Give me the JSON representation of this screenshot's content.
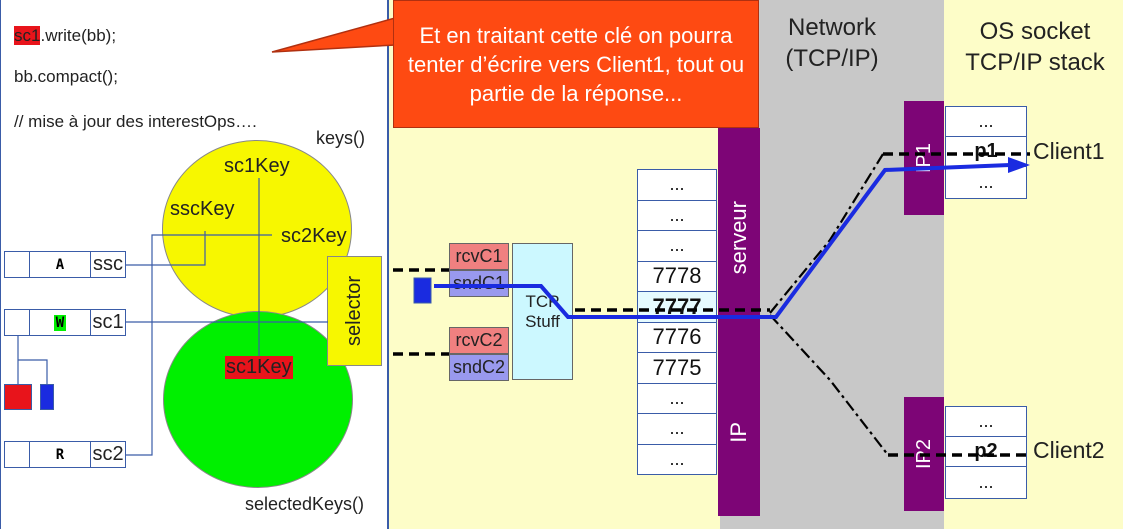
{
  "code": {
    "line1_var": "sc1",
    "line1_rest": ".write(bb);",
    "line2": "bb.compact();",
    "line3": "// mise à jour des interestOps…."
  },
  "callout": {
    "text": "Et en traitant cette clé on pourra tenter d’écrire vers Client1, tout ou partie de la réponse..."
  },
  "headers": {
    "network": "Network (TCP/IP)",
    "os_stack": "OS socket TCP/IP stack"
  },
  "selector": {
    "keys_label": "keys()",
    "selected_keys_label": "selectedKeys()",
    "keys_items": [
      "sc1Key",
      "sscKey",
      "sc2Key"
    ],
    "selected_item": "sc1Key",
    "selector_label": "selector"
  },
  "channels": [
    {
      "flag": "A",
      "name": "ssc"
    },
    {
      "flag": "W",
      "name": "sc1"
    },
    {
      "flag": "R",
      "name": "sc2"
    }
  ],
  "buffers": {
    "rcv1": "rcvC1",
    "snd1": "sndC1",
    "rcv2": "rcvC2",
    "snd2": "sndC2",
    "tcp_stuff": "TCP Stuff"
  },
  "ports": [
    "...",
    "...",
    "...",
    "7778",
    "7777",
    "7776",
    "7775",
    "...",
    "...",
    "..."
  ],
  "server": {
    "top_label": "serveur",
    "bottom_label": "IP"
  },
  "clients": [
    {
      "ip_label": "IP1",
      "cells": [
        "...",
        "p1",
        "..."
      ],
      "name": "Client1"
    },
    {
      "ip_label": "IP2",
      "cells": [
        "...",
        "p2",
        "..."
      ],
      "name": "Client2"
    }
  ],
  "colors": {
    "pale_yellow": "#fdfdc8",
    "gray": "#c8c8c8",
    "callout": "#fe4a12",
    "yellow_circle": "#f7f700",
    "green_circle": "#00f000",
    "purple": "#7d0576",
    "blue_line": "#1a2be0",
    "rcv": "#f08080",
    "snd": "#9999ee",
    "tcp": "#ccf8ff"
  }
}
